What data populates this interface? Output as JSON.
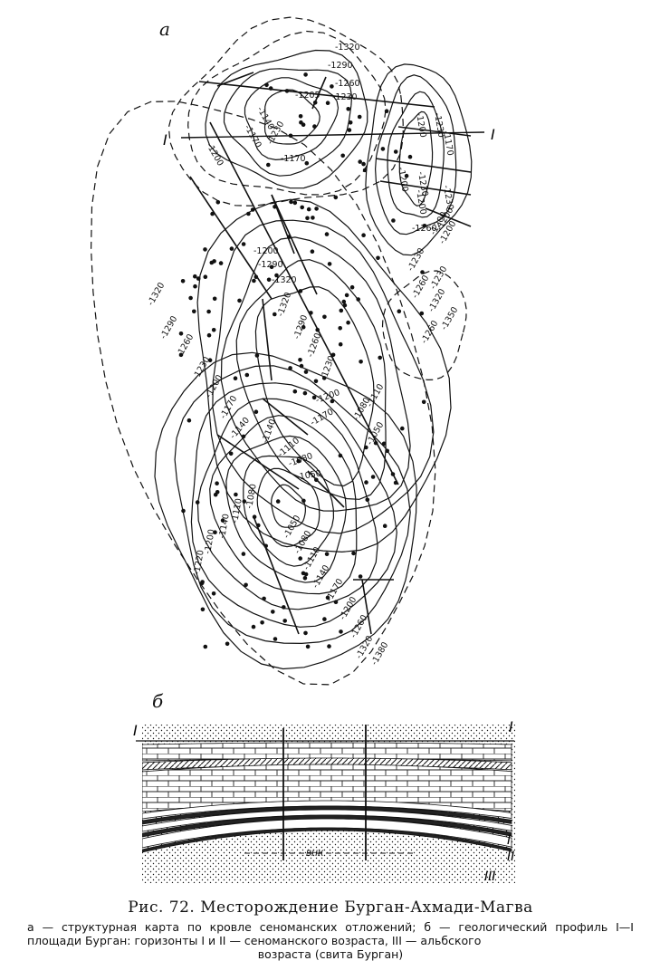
{
  "panels": {
    "a": "а",
    "b": "б"
  },
  "contour_labels": [
    "-1320",
    "-1290",
    "-1260",
    "-1230",
    "-1205",
    "-1140",
    "-1170",
    "-1200",
    "-1230",
    "-1170",
    "-1200",
    "-1230",
    "-1170",
    "-1200",
    "-1230",
    "-1200",
    "-1230",
    "-1260",
    "-1200",
    "-1200",
    "-1290",
    "-1320",
    "-1230",
    "-1260",
    "-1320",
    "-1350",
    "-1320",
    "-1290",
    "-1260",
    "-1230",
    "-1200",
    "-1170",
    "-1140",
    "-1320",
    "-1290",
    "-1260",
    "-1230",
    "-1200",
    "-1170",
    "-1140",
    "-1110",
    "-1080",
    "-1050",
    "-1110",
    "-1080",
    "-1050",
    "-1220",
    "-1200",
    "-1140",
    "-1110",
    "-1080",
    "-1050",
    "-1080",
    "-1110",
    "-1140",
    "-1170",
    "-1200",
    "-1260",
    "-1320",
    "-1380",
    "-1200",
    "-1200",
    "-1230",
    "-1260"
  ],
  "profile": {
    "line_label_left": "I",
    "line_label_right": "I",
    "horizon_labels": [
      "I",
      "II",
      "III"
    ],
    "owc_label": "ВНК"
  },
  "caption": {
    "title": "Рис. 72. Месторождение Бурган-Ахмади-Магва",
    "body": "а — структурная карта по кровле сеноманских отложений; б — геологический профиль I—I площади Бурган: горизонты I и II — сеноманского возраста, III — альбского",
    "body_last": "возраста (свита Бурган)"
  }
}
